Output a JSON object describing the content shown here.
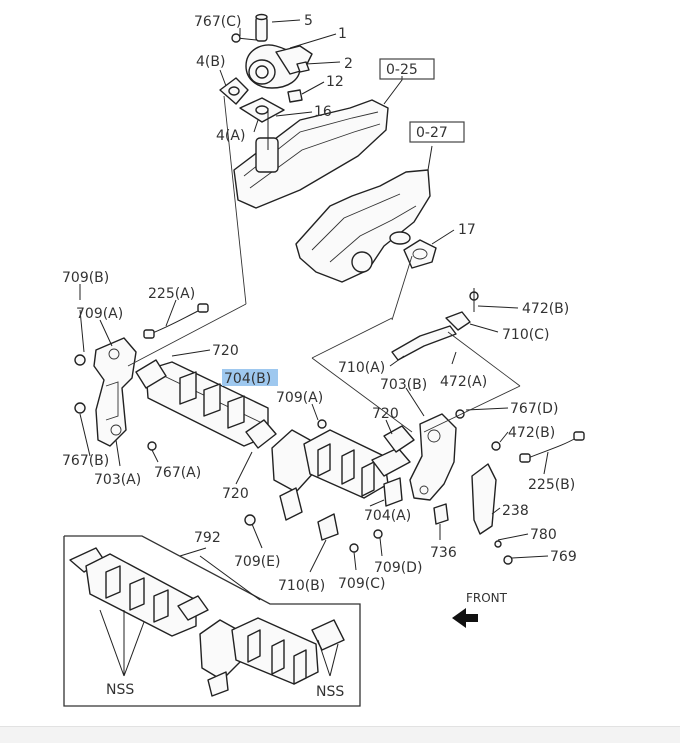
{
  "callouts": {
    "c767C": "767(C)",
    "c5": "5",
    "c1": "1",
    "c4B": "4(B)",
    "c2": "2",
    "c12": "12",
    "c4A": "4(A)",
    "c16": "16",
    "c025": "0-25",
    "c027": "0-27",
    "c17": "17",
    "c709B": "709(B)",
    "c225A": "225(A)",
    "c709A_left": "709(A)",
    "c720_top": "720",
    "c704B": "704(B)",
    "c472B_top": "472(B)",
    "c710C": "710(C)",
    "c710A": "710(A)",
    "c703B": "703(B)",
    "c472A": "472(A)",
    "c709A_mid": "709(A)",
    "c720_mid": "720",
    "c767D": "767(D)",
    "c472B_mid": "472(B)",
    "c767B": "767(B)",
    "c703A": "703(A)",
    "c767A": "767(A)",
    "c720_bottom": "720",
    "c225B": "225(B)",
    "c704A": "704(A)",
    "c238": "238",
    "c780": "780",
    "c769": "769",
    "c792": "792",
    "c709E": "709(E)",
    "c736": "736",
    "c710B": "710(B)",
    "c709C": "709(C)",
    "c709D": "709(D)",
    "front": "FRONT",
    "nss_left": "NSS",
    "nss_right": "NSS"
  },
  "highlight": {
    "callout": "704(B)",
    "color": "#9ec8ef"
  },
  "icons": {
    "front_arrow": "front-arrow-icon"
  }
}
